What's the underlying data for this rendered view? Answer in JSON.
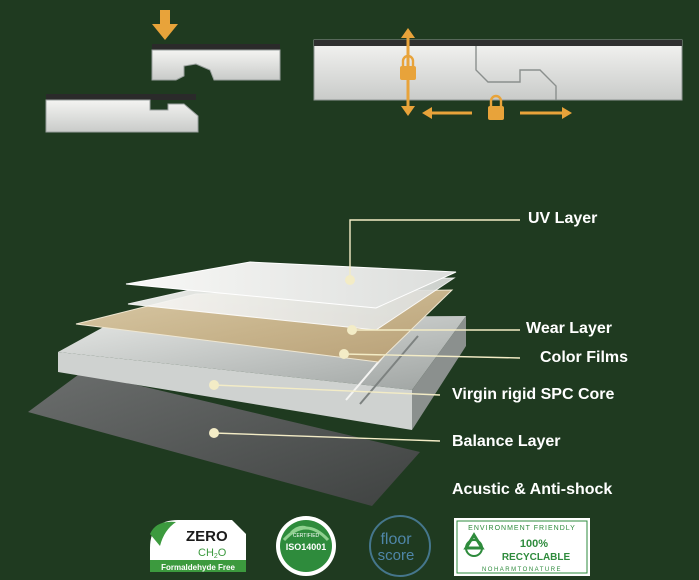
{
  "colors": {
    "background": "#1f3a20",
    "arrow": "#e8a33a",
    "lock": "#e8a33a",
    "callout_line": "#f3ecc6",
    "dot": "#f3ecc6",
    "label_text": "#ffffff"
  },
  "icons": [
    "down-arrow-icon",
    "padlock-icon",
    "up-down-arrow-icon",
    "left-right-arrow-icon"
  ],
  "layers": [
    {
      "label": "UV Layer"
    },
    {
      "label": "Wear Layer"
    },
    {
      "label": "Color Films"
    },
    {
      "label": "Virgin rigid SPC Core"
    },
    {
      "label": "Balance Layer"
    },
    {
      "label": "Acustic & Anti-shock"
    }
  ],
  "certifications": {
    "zero": {
      "title": "ZERO",
      "formula": "CH",
      "formula_sub": "2",
      "formula_end": "O",
      "caption": "Formaldehyde Free"
    },
    "iso": {
      "text": "ISO14001",
      "small": "CERTIFIED"
    },
    "floorscore": {
      "line1": "floor",
      "line2": "score"
    },
    "recyclable": {
      "top": "ENVIRONMENT FRIENDLY",
      "percent": "100%",
      "word": "RECYCLABLE",
      "bottom": "NOHARMTONATURE"
    }
  }
}
